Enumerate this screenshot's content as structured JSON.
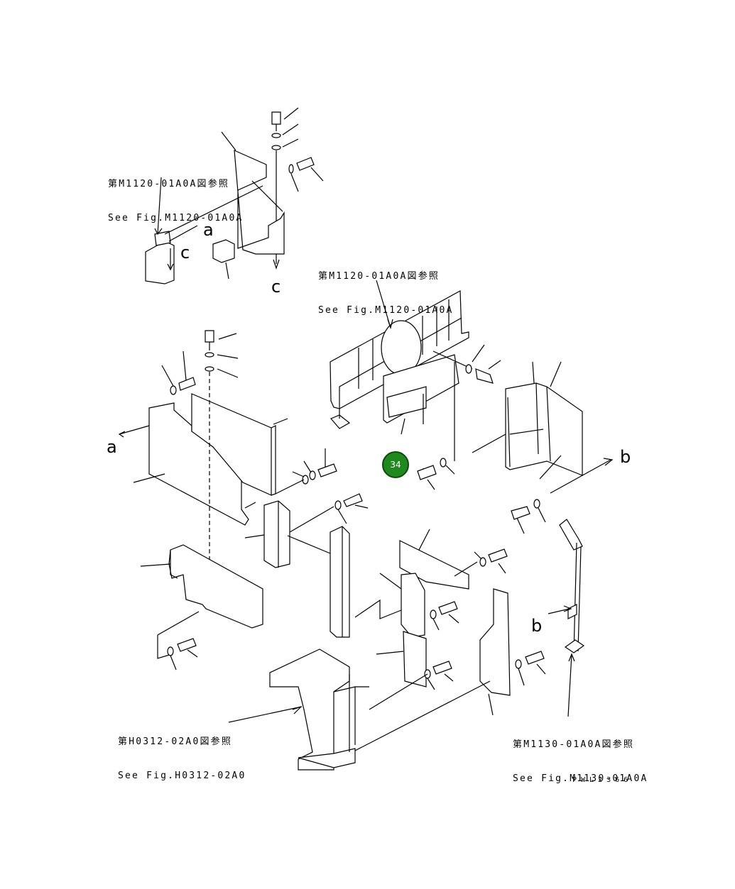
{
  "references": {
    "ref_m1120_top": {
      "jp": "第M1120-01A0A図参照",
      "en": "See Fig.M1120-01A0A"
    },
    "ref_m1120_mid": {
      "jp": "第M1120-01A0A図参照",
      "en": "See Fig.M1120-01A0A"
    },
    "ref_h0312": {
      "jp": "第H0312-02A0図参照",
      "en": "See Fig.H0312-02A0"
    },
    "ref_m1130": {
      "jp": "第M1130-01A0A図参照",
      "en": "See Fig.M1130-01A0A"
    }
  },
  "connectors": {
    "a1": "a",
    "a2": "a",
    "c1": "c",
    "c2": "c",
    "b1": "b",
    "b2": "b"
  },
  "hotspot": {
    "label": "34",
    "color": "#1e8a1e"
  },
  "drawing_code": "PWL2366"
}
